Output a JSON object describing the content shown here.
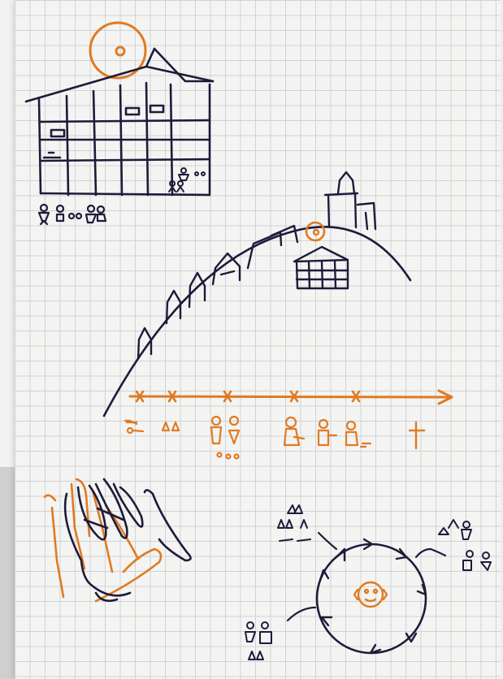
{
  "image": {
    "kind": "hand-drawn flipchart sketch on grid paper",
    "colors": {
      "paper": "#f4f4f2",
      "grid": "#cfd3d6",
      "black_ink": "#1f1a3a",
      "orange_ink": "#e07a22"
    },
    "sections": [
      "building-with-sun-and-people",
      "hill-with-houses-and-church",
      "life-timeline-arrow",
      "hand-outline",
      "life-cycle-circle"
    ]
  }
}
